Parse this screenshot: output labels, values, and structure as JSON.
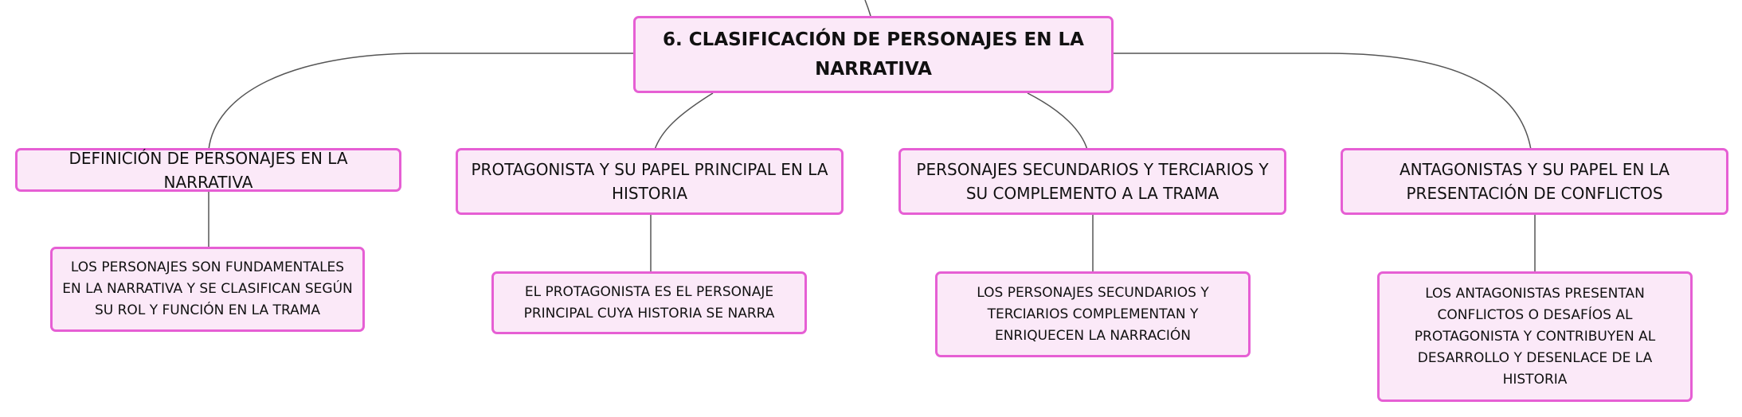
{
  "central": {
    "title": "6. CLASIFICACIÓN DE PERSONAJES EN LA NARRATIVA"
  },
  "branches": [
    {
      "title": "DEFINICIÓN DE PERSONAJES EN LA NARRATIVA",
      "detail": "LOS PERSONAJES SON FUNDAMENTALES EN LA NARRATIVA Y SE CLASIFICAN SEGÚN SU ROL Y FUNCIÓN EN LA TRAMA"
    },
    {
      "title": "PROTAGONISTA Y SU PAPEL PRINCIPAL EN LA HISTORIA",
      "detail": "EL PROTAGONISTA ES EL PERSONAJE PRINCIPAL CUYA HISTORIA SE NARRA"
    },
    {
      "title": "PERSONAJES SECUNDARIOS Y TERCIARIOS Y SU COMPLEMENTO A LA TRAMA",
      "detail": "LOS PERSONAJES SECUNDARIOS Y TERCIARIOS COMPLEMENTAN Y ENRIQUECEN LA NARRACIÓN"
    },
    {
      "title": "ANTAGONISTAS Y SU PAPEL EN LA PRESENTACIÓN DE CONFLICTOS",
      "detail": "LOS ANTAGONISTAS PRESENTAN CONFLICTOS O DESAFÍOS AL PROTAGONISTA Y CONTRIBUYEN AL DESARROLLO Y DESENLACE DE LA HISTORIA"
    }
  ],
  "colors": {
    "node_fill": "#fbe9f8",
    "node_border": "#e65fd4",
    "connector": "#555555"
  }
}
